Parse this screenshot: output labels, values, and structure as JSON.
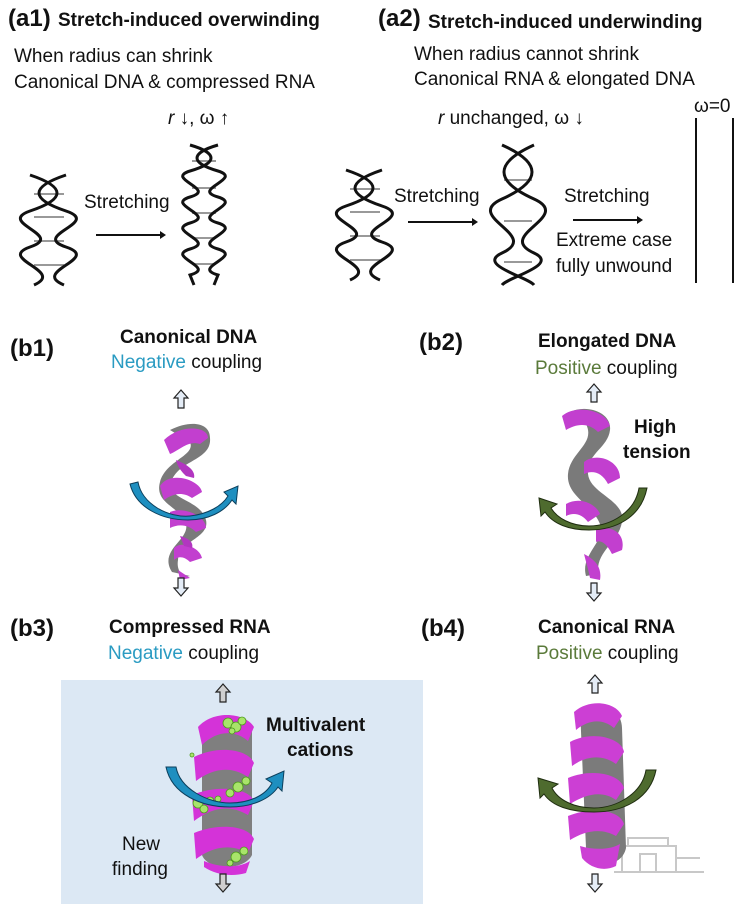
{
  "panel_a1": {
    "label": "(a1)",
    "title": "Stretch-induced overwinding",
    "line1": "When radius can shrink",
    "line2": "Canonical DNA & compressed RNA",
    "relation_r": "r",
    "relation_rest": " ↓, ω ↑",
    "arrow_label": "Stretching"
  },
  "panel_a2": {
    "label": "(a2)",
    "title": "Stretch-induced underwinding",
    "line1": "When radius cannot shrink",
    "line2": "Canonical RNA & elongated DNA",
    "relation_r": "r",
    "relation_rest": " unchanged,  ω ↓",
    "arrow_label_1": "Stretching",
    "arrow_label_2": "Stretching",
    "extreme_line1": "Extreme case",
    "extreme_line2": "fully unwound",
    "omega_zero": "ω=0"
  },
  "panel_b1": {
    "label": "(b1)",
    "title": "Canonical DNA",
    "coupling_word": "Negative",
    "coupling_rest": " coupling",
    "accent": "#2a9bc2"
  },
  "panel_b2": {
    "label": "(b2)",
    "title": "Elongated DNA",
    "coupling_word": "Positive",
    "coupling_rest": " coupling",
    "note_line1": "High",
    "note_line2": "tension",
    "accent": "#5a7a3a"
  },
  "panel_b3": {
    "label": "(b3)",
    "title": "Compressed RNA",
    "coupling_word": "Negative",
    "coupling_rest": " coupling",
    "note_line1": "Multivalent",
    "note_line2": "cations",
    "finding_line1": "New",
    "finding_line2": "finding",
    "accent": "#2a9bc2"
  },
  "panel_b4": {
    "label": "(b4)",
    "title": "Canonical RNA",
    "coupling_word": "Positive",
    "coupling_rest": " coupling",
    "accent": "#5a7a3a"
  }
}
